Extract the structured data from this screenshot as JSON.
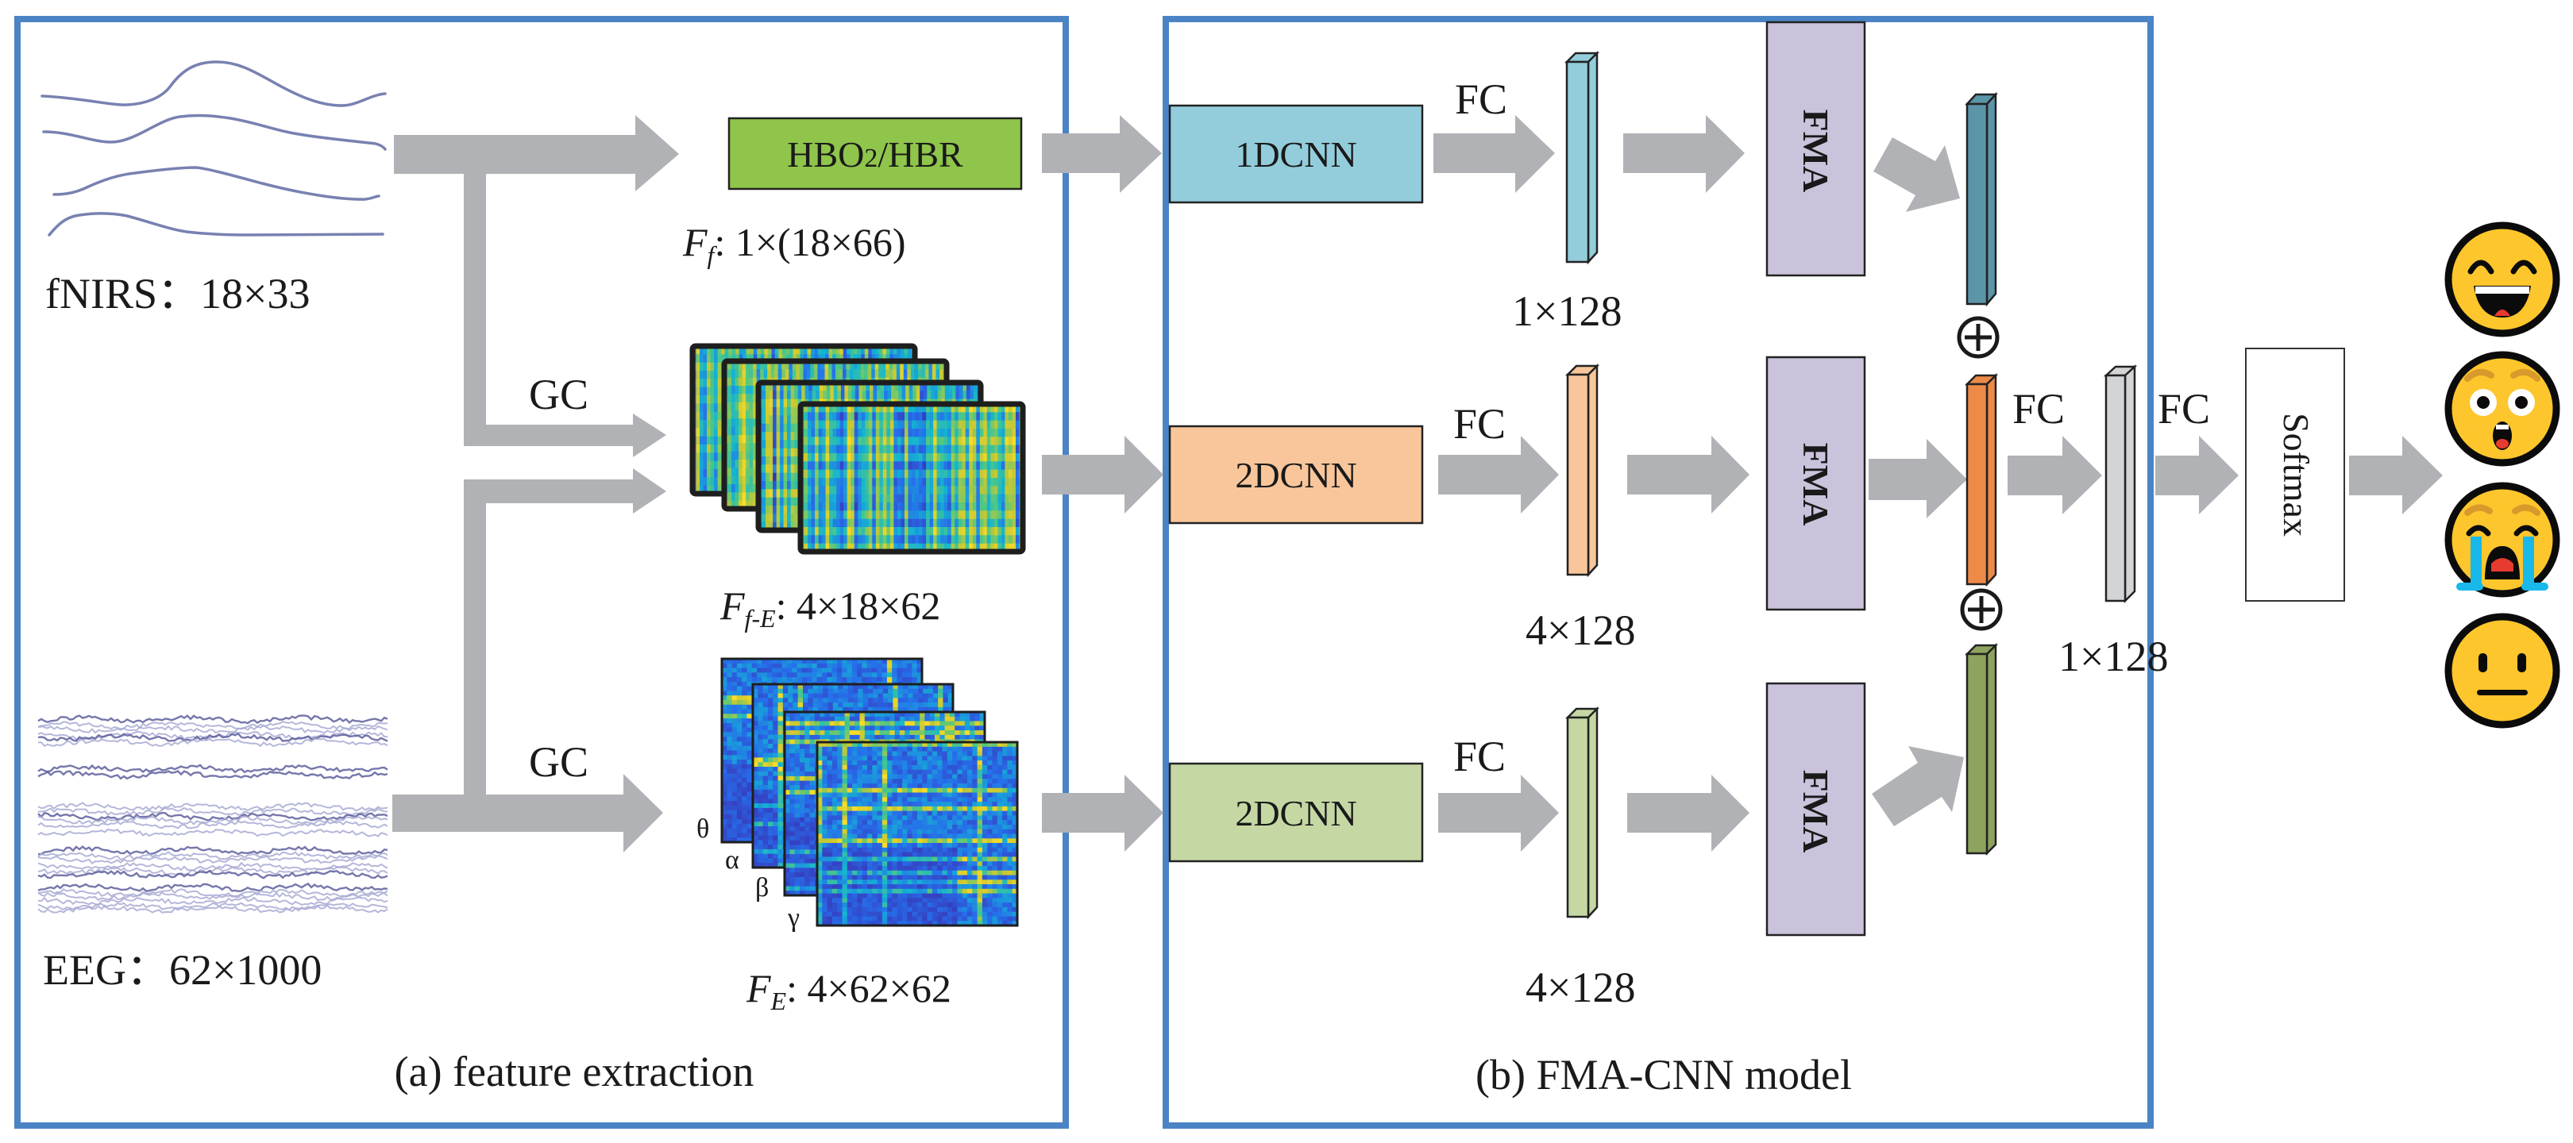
{
  "panels": {
    "feature_extraction": {
      "caption": "(a) feature extraction"
    },
    "model": {
      "caption": "(b) FMA-CNN model"
    }
  },
  "inputs": {
    "fnirs": {
      "label": "fNIRS：18×33",
      "channels_drawn": 4
    },
    "eeg": {
      "label": "EEG：62×1000"
    }
  },
  "features": {
    "hbo_box": {
      "main": "HBO",
      "sub": "2",
      "rest": "/HBR",
      "color": "#8fc54b"
    },
    "ff": {
      "symbol": "F",
      "subscript": "f",
      "dims": ": 1×(18×66)"
    },
    "ffe": {
      "symbol": "F",
      "subscript": "f-E",
      "dims": ": 4×18×62"
    },
    "fe": {
      "symbol": "F",
      "subscript": "E",
      "dims": ": 4×62×62"
    },
    "gc_top": "GC",
    "gc_bottom": "GC",
    "bands": [
      "θ",
      "α",
      "β",
      "γ"
    ]
  },
  "model": {
    "branches": [
      {
        "cnn_label": "1DCNN",
        "cnn_color": "#93cddb",
        "fc_label": "FC",
        "vec_color": "#93cddb",
        "vec_dims": "1×128",
        "fma_label": "FMA",
        "out_color": "#5b95a8"
      },
      {
        "cnn_label": "2DCNN",
        "cnn_color": "#f8c69a",
        "fc_label": "FC",
        "vec_color": "#f8c69a",
        "vec_dims": "4×128",
        "fma_label": "FMA",
        "out_color": "#ee8a48"
      },
      {
        "cnn_label": "2DCNN",
        "cnn_color": "#c5d8a4",
        "fc_label": "FC",
        "vec_color": "#c5d8a4",
        "vec_dims": "4×128",
        "fma_label": "FMA",
        "out_color": "#8ea45e"
      }
    ],
    "fma_color": "#cbc3dc",
    "fusion_symbol": "⊕",
    "fc_after_fusion": "FC",
    "fused_dims": "1×128",
    "fused_color": "#d3d4d6",
    "fc_before_softmax": "FC",
    "softmax_label": "Softmax"
  },
  "outputs": {
    "emotions": [
      {
        "name": "happy",
        "icon": "grinning-face-icon"
      },
      {
        "name": "fear",
        "icon": "flushed-surprised-face-icon"
      },
      {
        "name": "sad",
        "icon": "crying-face-icon"
      },
      {
        "name": "neutral",
        "icon": "neutral-face-icon"
      }
    ]
  },
  "colors": {
    "frame": "#4a84c4",
    "arrow": "#b1b2b5",
    "signal": "#7881b0",
    "emoji_fill": "#fdc62c"
  }
}
